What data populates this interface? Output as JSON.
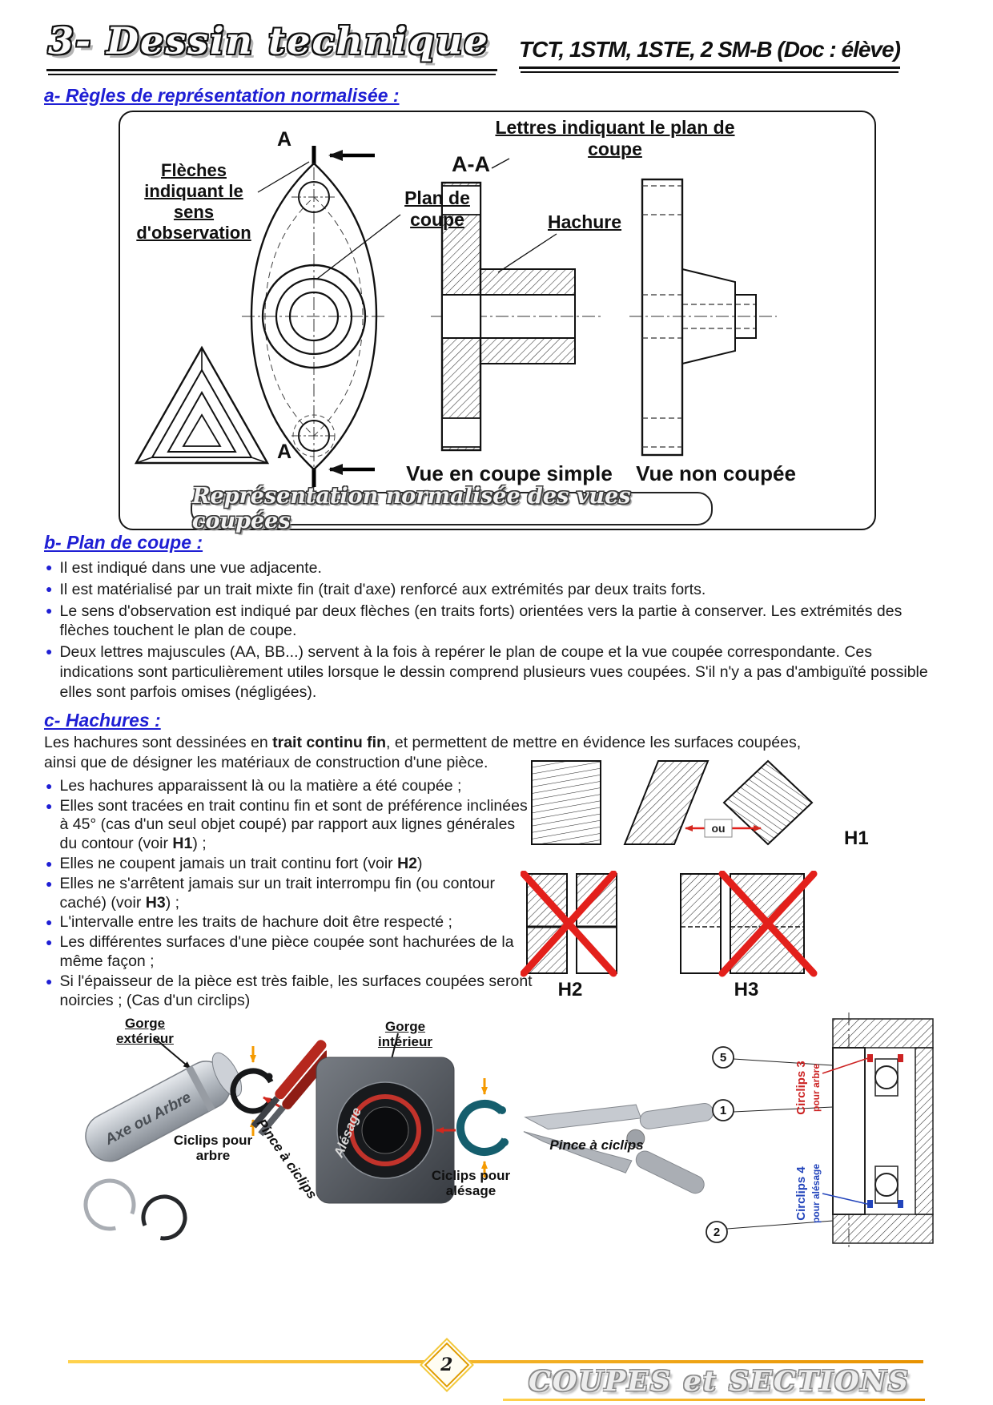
{
  "ui": {
    "bullet": "●"
  },
  "header": {
    "title": "3- Dessin technique",
    "course": "TCT, 1STM, 1STE,  2 SM-B (Doc : élève)"
  },
  "section_a": {
    "heading": "a- Règles de représentation normalisée :",
    "figure": {
      "label_arrows": "Flèches indiquant le sens d'observation",
      "label_plan": "Plan de coupe",
      "label_letters": "Lettres indiquant le plan de coupe",
      "label_section": "A-A",
      "label_hachure": "Hachure",
      "letter_top": "A",
      "letter_bottom": "A",
      "caption_cut": "Vue en coupe simple",
      "caption_uncut": "Vue non coupée",
      "banner": "Représentation normalisée des vues coupées"
    }
  },
  "section_b": {
    "heading": "b- Plan de coupe :",
    "bullets": [
      "Il est indiqué dans une vue adjacente.",
      "Il est matérialisé par un trait mixte fin (trait d'axe) renforcé aux extrémités par deux traits forts.",
      "Le sens d'observation est indiqué par deux flèches (en traits forts) orientées vers la partie à conserver. Les extrémités des flèches touchent le plan de coupe.",
      "Deux lettres majuscules (AA, BB...) servent à la fois à repérer le plan de coupe et la vue coupée correspondante. Ces indications sont particulièrement utiles lorsque le dessin comprend plusieurs vues coupées. S'il n'y a pas d'ambiguïté possible elles sont parfois omises (négligées)."
    ]
  },
  "section_c": {
    "heading": "c- Hachures :",
    "intro_pre": "Les hachures sont dessinées en ",
    "intro_bold": "trait continu fin",
    "intro_post": ", et permettent de mettre en évidence les surfaces coupées, ainsi que de désigner les matériaux de construction d'une pièce.",
    "bullets": [
      {
        "pre": "Les hachures apparaissent là ou la matière a été coupée ;",
        "bold": "",
        "post": ""
      },
      {
        "pre": "Elles sont tracées en trait continu fin et sont de préférence inclinées à 45° (cas d'un seul objet coupé) par rapport aux lignes générales du contour (voir ",
        "bold": "H1",
        "post": ") ;"
      },
      {
        "pre": "Elles ne coupent jamais un trait continu fort (voir ",
        "bold": "H2",
        "post": ")"
      },
      {
        "pre": "Elles ne s'arrêtent jamais sur un trait interrompu fin (ou contour caché) (voir ",
        "bold": "H3",
        "post": ") ;"
      },
      {
        "pre": "L'intervalle entre les traits de hachure doit être respecté ;",
        "bold": "",
        "post": ""
      },
      {
        "pre": "Les différentes surfaces d'une pièce coupée sont hachurées de la même façon ;",
        "bold": "",
        "post": ""
      },
      {
        "pre": "Si l'épaisseur de la pièce est très faible, les surfaces coupées seront noircies ; (Cas d'un circlips)",
        "bold": "",
        "post": ""
      }
    ],
    "figures": {
      "h1": "H1",
      "h2": "H2",
      "h3": "H3",
      "or_label": "ou"
    }
  },
  "illustrations": {
    "groove_ext": "Gorge extérieur",
    "shaft_text": "Axe ou Arbre",
    "circlip_shaft": "Ciclips pour arbre",
    "pliers_left": "Pince à ciclips",
    "groove_int": "Gorge intérieur",
    "bore_text": "Alésage",
    "circlip_bore": "Ciclips pour alésage",
    "pliers_right": "Pince à ciclips",
    "circlips3_line1": "Circlips 3",
    "circlips3_line2": "pour arbre",
    "circlips4_line1": "Circlips 4",
    "circlips4_line2": "pour alésage",
    "balloon_5": "5",
    "balloon_1": "1",
    "balloon_2": "2"
  },
  "footer": {
    "page_number": "2",
    "doc_title": "COUPES et SECTIONS"
  },
  "colors": {
    "heading_blue": "#1f1fd4",
    "error_red": "#e3201b",
    "accent_orange": "#f0a500",
    "circlip_red": "#cc2222",
    "circlip_blue": "#2244bb"
  }
}
